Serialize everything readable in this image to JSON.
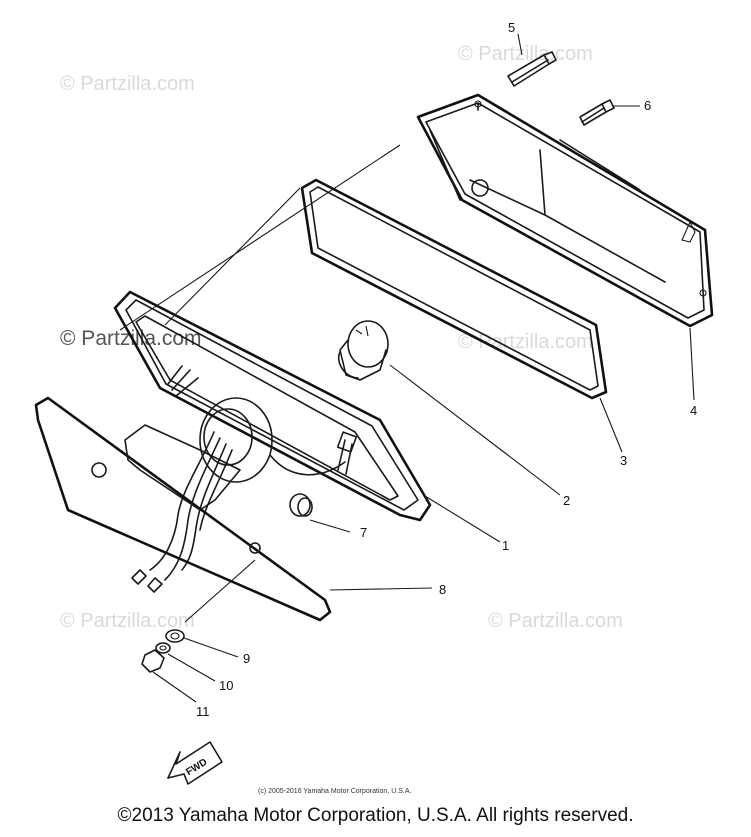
{
  "watermark": {
    "text": "© Partzilla.com"
  },
  "callouts": [
    "1",
    "2",
    "3",
    "4",
    "5",
    "6",
    "7",
    "8",
    "9",
    "10",
    "11"
  ],
  "fwd_label": "FWD",
  "copyright_small": "(c) 2005-2016 Yamaha Motor Corporation, U.S.A.",
  "footer": "©2013 Yamaha Motor Corporation, U.S.A. All rights reserved."
}
